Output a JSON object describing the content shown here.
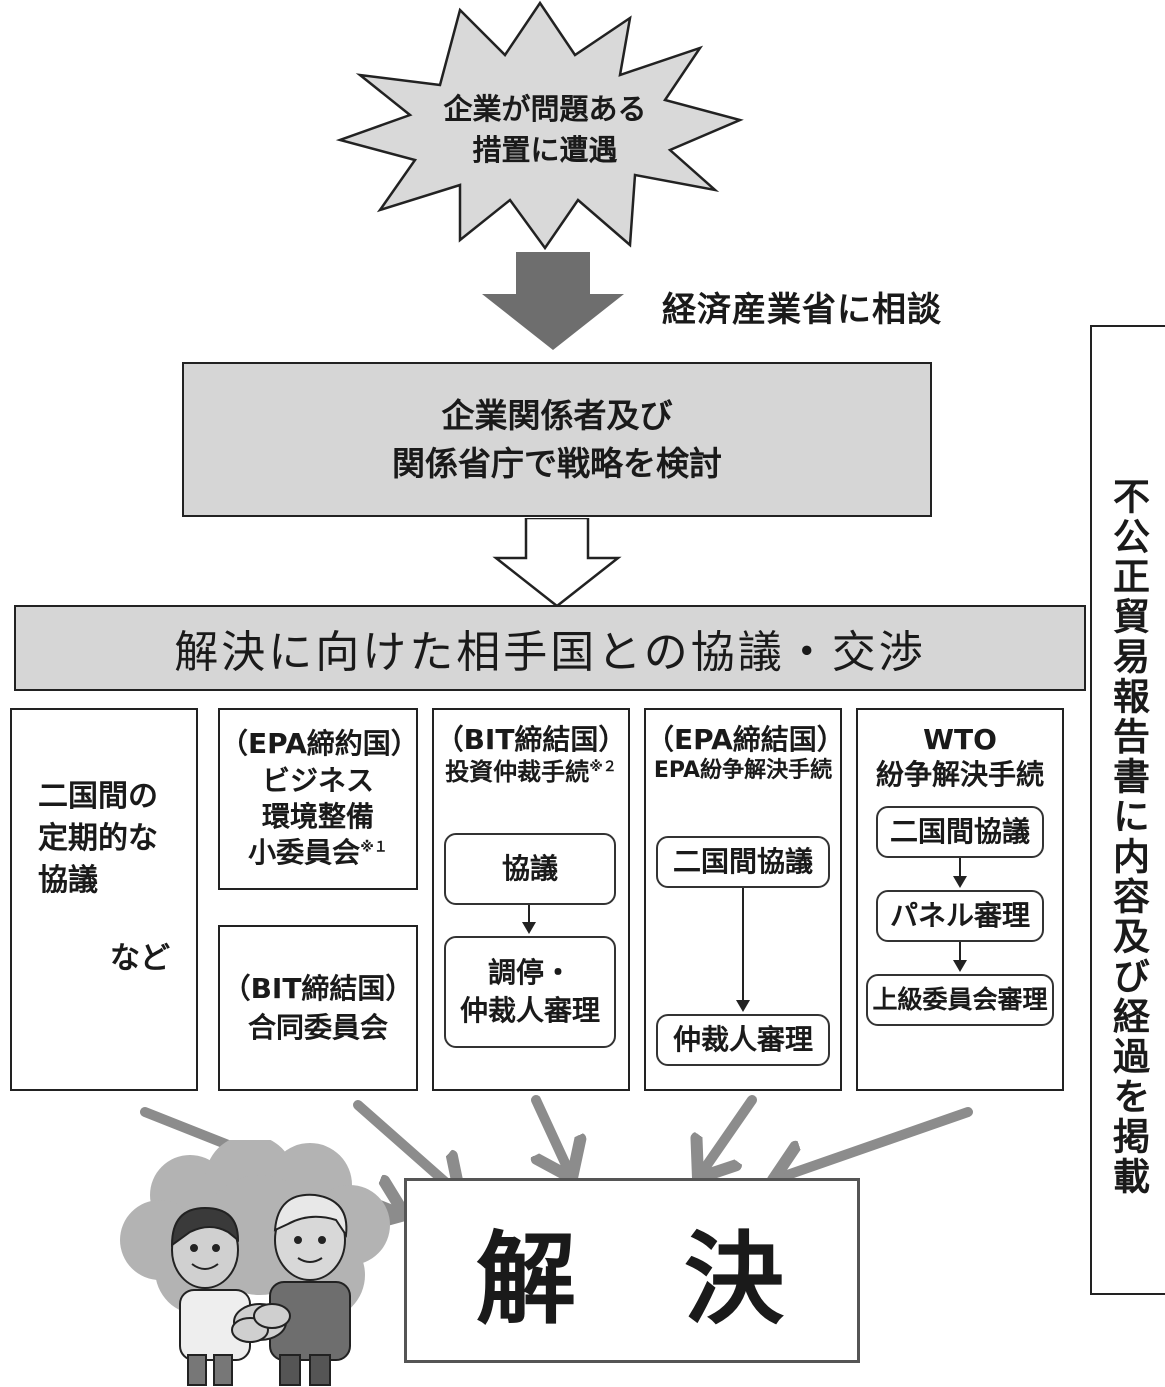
{
  "burst": {
    "lines": [
      "企業が問題ある",
      "措置に遭遇"
    ]
  },
  "consult_label": "経済産業省に相談",
  "strategy": {
    "lines": [
      "企業関係者及び",
      "関係省庁で戦略を検討"
    ]
  },
  "negotiation_title": "解決に向けた相手国との協議・交渉",
  "col1": {
    "lines": [
      "二国間の",
      "定期的な",
      "協議"
    ],
    "suffix": "など"
  },
  "col2a": {
    "lines": [
      "（EPA締約国）",
      "ビジネス",
      "環境整備",
      "小委員会"
    ],
    "note": "※１"
  },
  "col2b": {
    "lines": [
      "（BIT締結国）",
      "合同委員会"
    ]
  },
  "col3": {
    "header": "（BIT締結国）",
    "subheader": "投資仲裁手続",
    "note": "※２",
    "steps": [
      "協議",
      "調停・\n仲裁人審理"
    ]
  },
  "col4": {
    "header": "（EPA締結国）",
    "subheader": "EPA紛争解決手続",
    "steps": [
      "二国間協議",
      "仲裁人審理"
    ]
  },
  "col5": {
    "header": "WTO",
    "subheader": "紛争解決手続",
    "steps": [
      "二国間協議",
      "パネル審理",
      "上級委員会審理"
    ]
  },
  "resolution": "解　決",
  "side_note": "不公正貿易報告書に内容及び経過を掲載",
  "illustration": "handshake-illustration",
  "colors": {
    "box_gray": "#d6d6d6",
    "arrow_dark": "#6e6e6e",
    "arrow_light": "#8c8c8c",
    "border": "#222222"
  }
}
